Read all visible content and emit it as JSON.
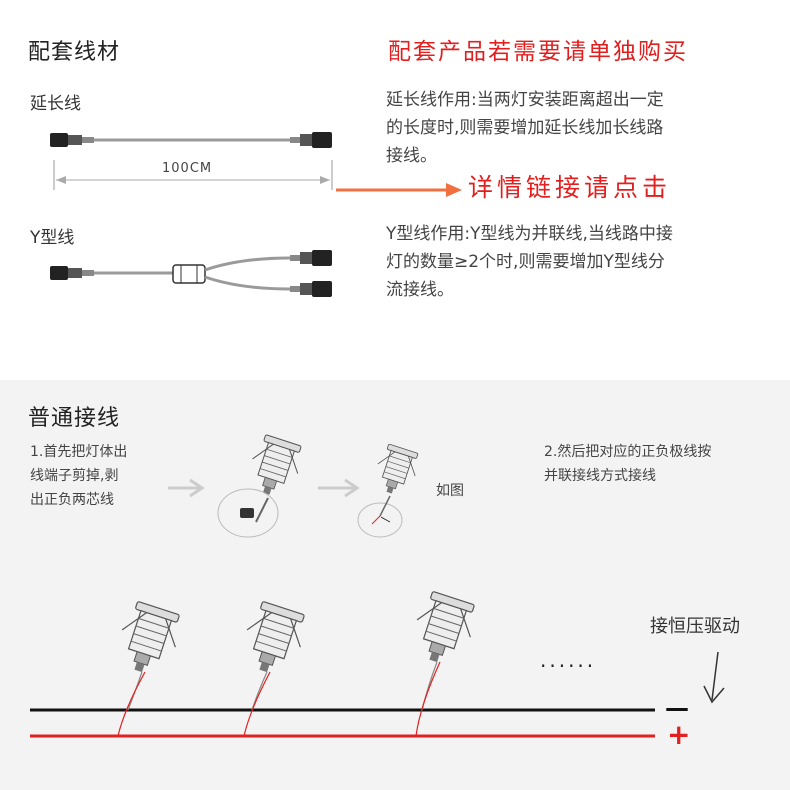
{
  "accessories": {
    "title": "配套线材",
    "notice": "配套产品若需要请单独购买",
    "extension": {
      "label": "延长线",
      "dimension": "100CM",
      "description_lines": [
        "延长线作用:当两灯安装距离超出一定",
        "的长度时,则需要增加延长线加长线路",
        "接线。"
      ]
    },
    "link_text": "详情链接请点击",
    "y_cable": {
      "label": "Y型线",
      "description_lines": [
        "Y型线作用:Y型线为并联线,当线路中接",
        "灯的数量≥2个时,则需要增加Y型线分",
        "流接线。"
      ]
    }
  },
  "wiring": {
    "title": "普通接线",
    "step1_lines": [
      "1.首先把灯体出",
      "线端子剪掉,剥",
      "出正负两芯线"
    ],
    "as_shown": "如图",
    "step2_lines": [
      "2.然后把对应的正负极线按",
      "并联接线方式接线"
    ],
    "driver_label": "接恒压驱动",
    "ellipsis": "......",
    "minus": "—",
    "plus": "+",
    "colors": {
      "negative_wire": "#111111",
      "positive_wire": "#e22020",
      "accent_red": "#e21f1f",
      "arrow_orange": "#f07040"
    }
  }
}
